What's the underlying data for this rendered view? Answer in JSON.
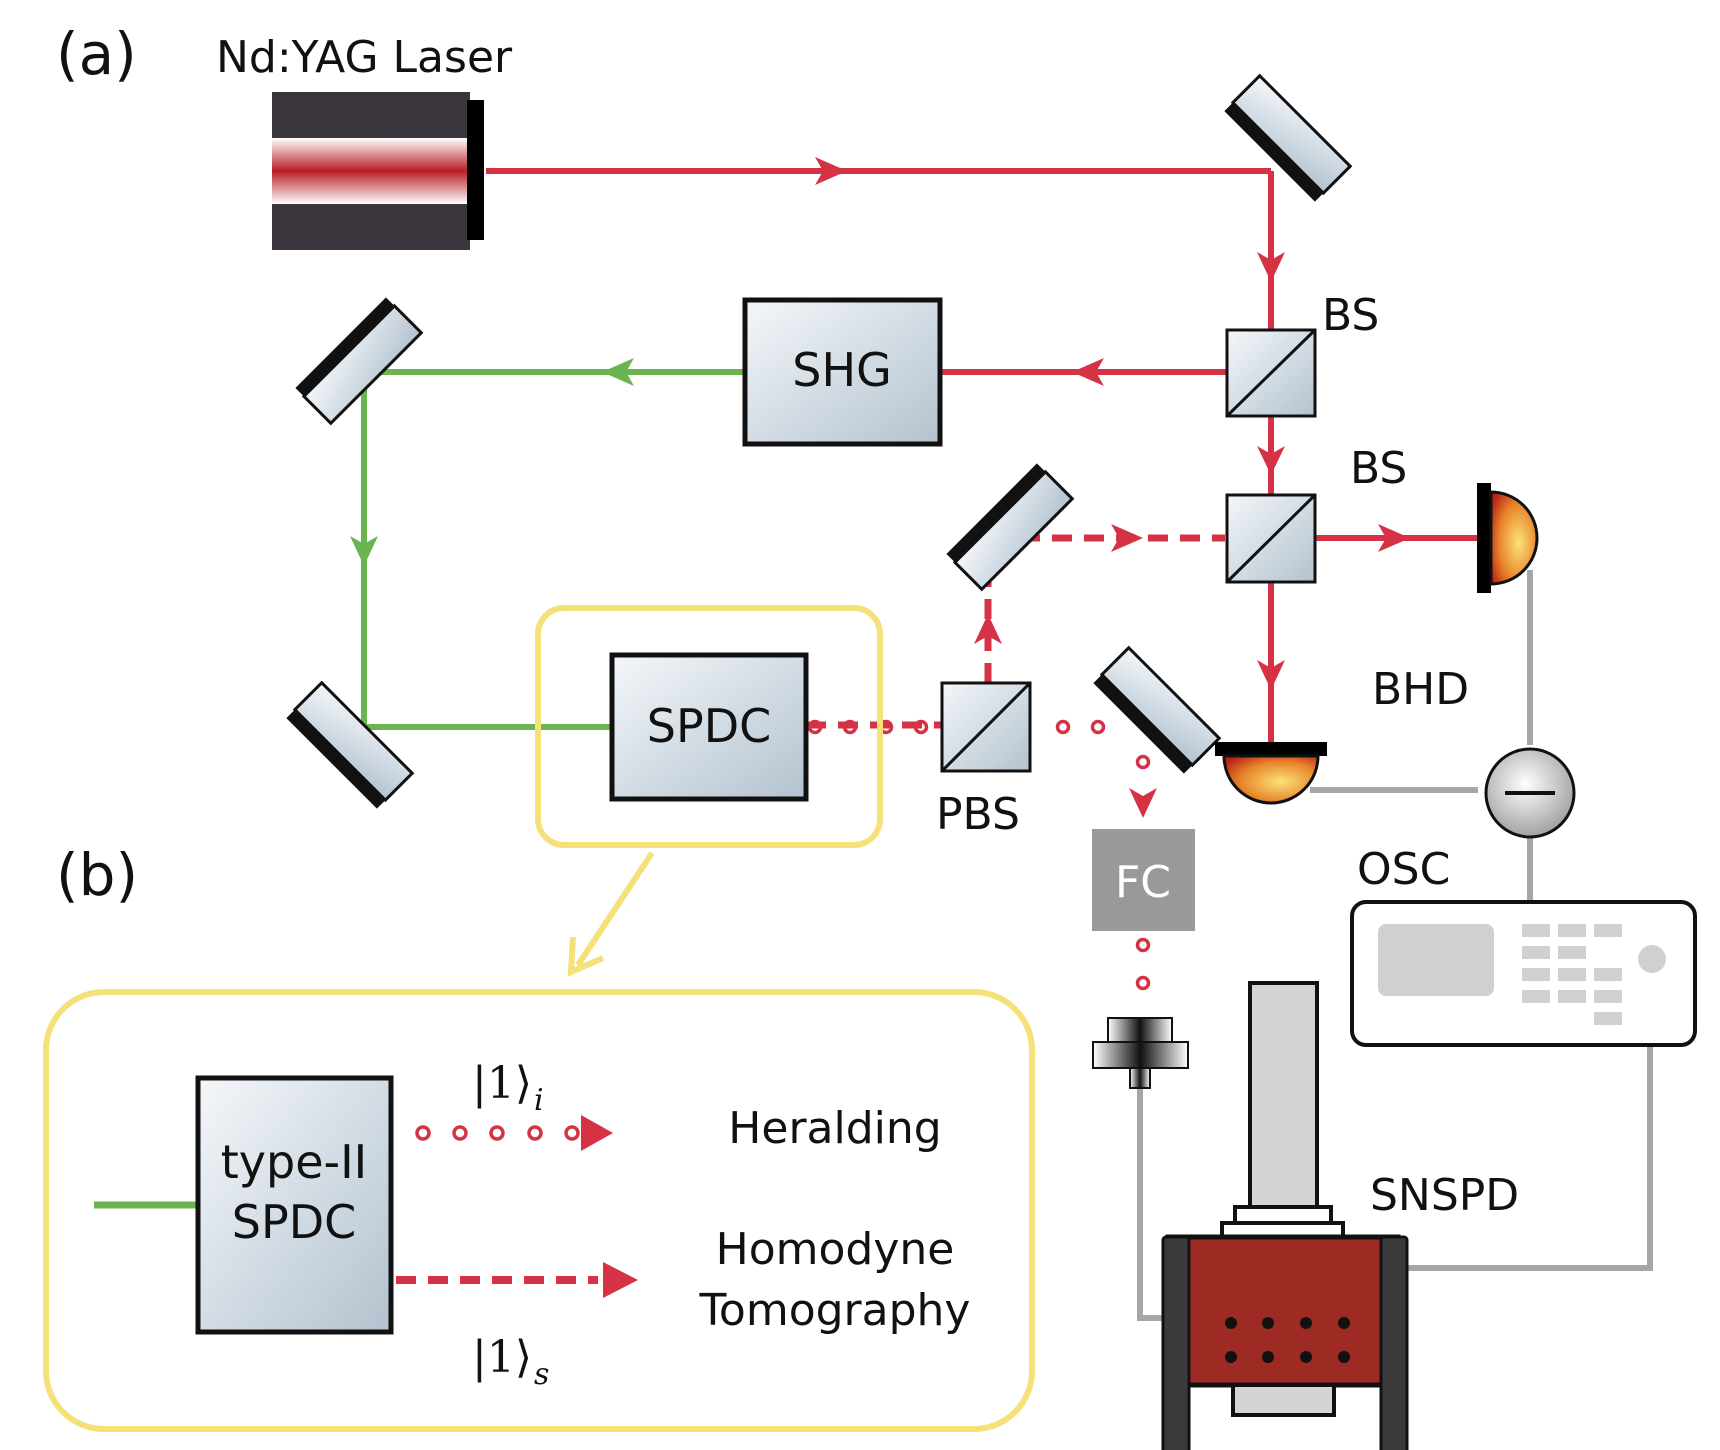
{
  "panel_a_label": "(a)",
  "panel_b_label": "(b)",
  "laser_label": "Nd:YAG Laser",
  "bs1_label": "BS",
  "bs2_label": "BS",
  "shg_label": "SHG",
  "spdc_label": "SPDC",
  "pbs_label": "PBS",
  "bhd_label": "BHD",
  "fc_label": "FC",
  "osc_label": "OSC",
  "snspd_label": "SNSPD",
  "inset": {
    "crystal_line1": "type-II",
    "crystal_line2": "SPDC",
    "idler_ket": "|1⟩",
    "idler_sub": "i",
    "signal_ket": "|1⟩",
    "signal_sub": "s",
    "heralding": "Heralding",
    "homodyne_line1": "Homodyne",
    "homodyne_line2": "Tomography"
  },
  "colors": {
    "beam_red": "#d63246",
    "beam_green": "#6ab550",
    "highlight_yellow": "#f5e07a",
    "detector_orange": "#e8852a",
    "snspd_body": "#9e2a24"
  }
}
